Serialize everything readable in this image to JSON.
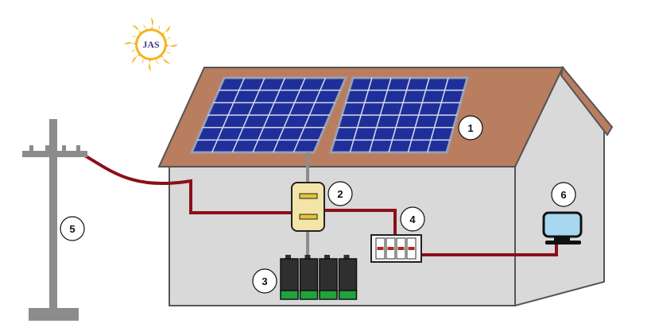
{
  "logo": {
    "text": "JAS",
    "sun_color": "#f5b41e",
    "text_color": "#3a3a8c"
  },
  "colors": {
    "roof": "#b97d5f",
    "wall": "#d9d9d9",
    "outline": "#555555",
    "cable": "#8b0f1a",
    "panel": "#1f2f9a",
    "panel_frame": "#9aa0b0",
    "battery": "#2f2f2f",
    "battery_base": "#1fa33a",
    "controller": "#f3e5a8",
    "pole": "#8c8c8c",
    "monitor_screen": "#a8d8f0"
  },
  "components": [
    {
      "number": "1",
      "icon": "solar-panel-array-icon"
    },
    {
      "number": "2",
      "icon": "charge-controller-icon"
    },
    {
      "number": "3",
      "icon": "battery-bank-icon"
    },
    {
      "number": "4",
      "icon": "inverter-breaker-icon"
    },
    {
      "number": "5",
      "icon": "utility-pole-icon"
    },
    {
      "number": "6",
      "icon": "appliance-monitor-icon"
    }
  ]
}
